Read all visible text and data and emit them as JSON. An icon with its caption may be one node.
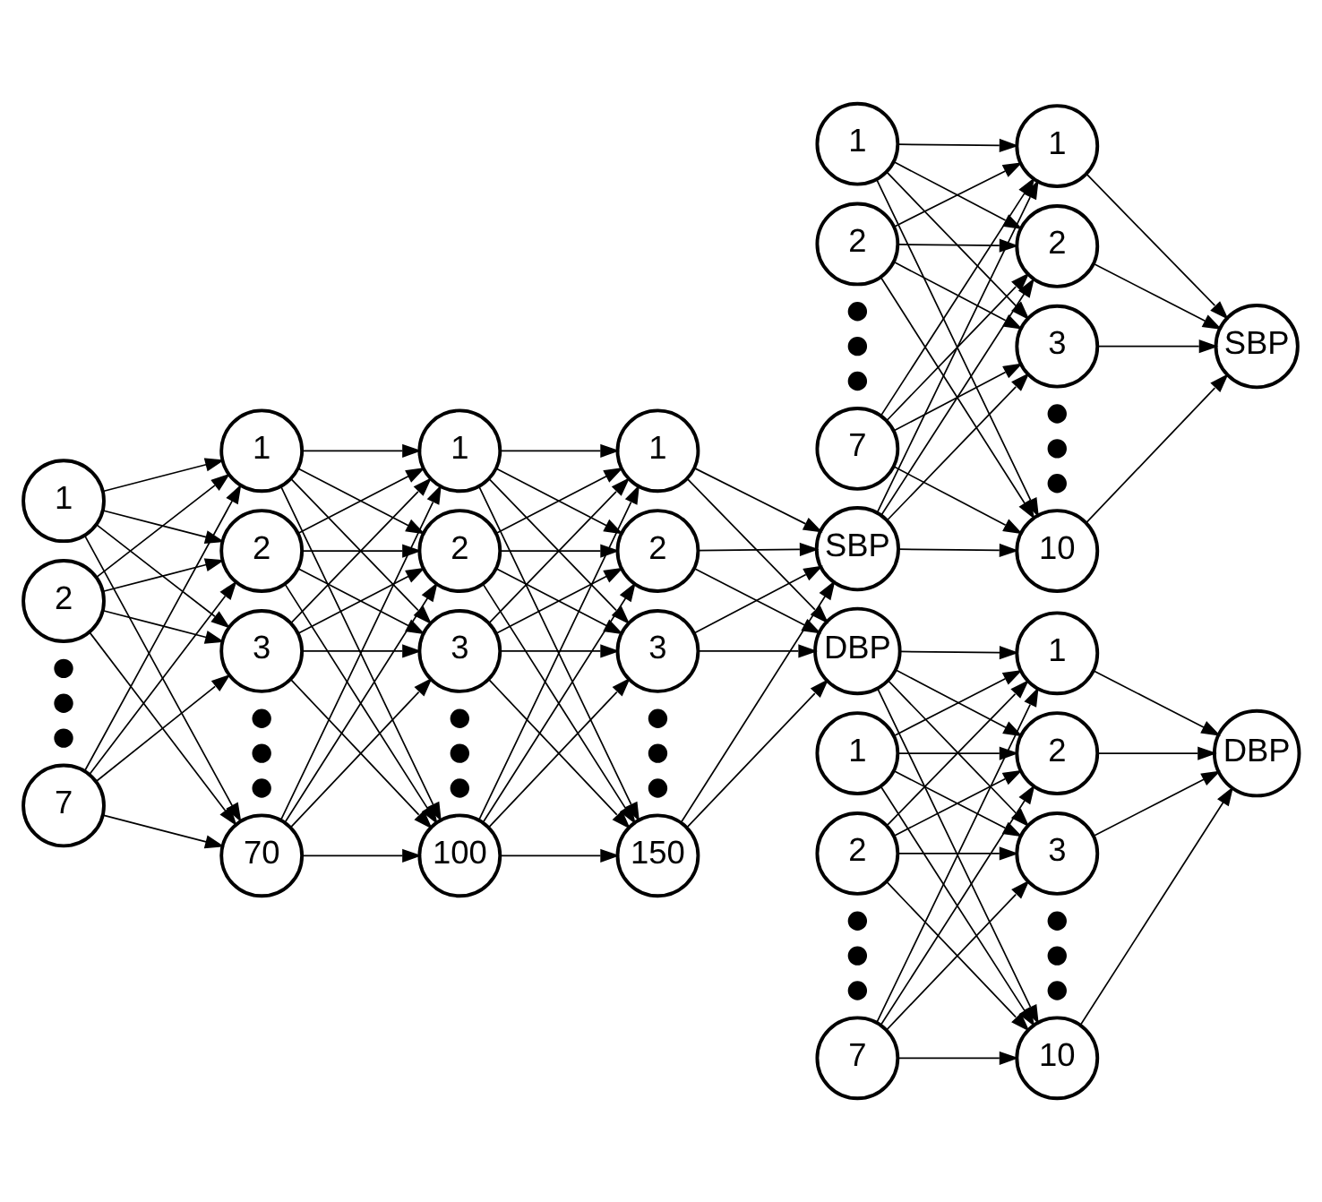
{
  "diagram": {
    "nodes": [
      {
        "text": [
          "1"
        ]
      },
      {
        "text": [
          "2"
        ]
      },
      {
        "text": [
          "7"
        ]
      },
      {
        "text": [
          "1"
        ]
      },
      {
        "text": [
          "2"
        ]
      },
      {
        "text": [
          "3"
        ]
      },
      {
        "text": [
          "70"
        ]
      },
      {
        "text": [
          "1"
        ]
      },
      {
        "text": [
          "2"
        ]
      },
      {
        "text": [
          "3"
        ]
      },
      {
        "text": [
          "100"
        ]
      },
      {
        "text": [
          "1"
        ]
      },
      {
        "text": [
          "2"
        ]
      },
      {
        "text": [
          "3"
        ]
      },
      {
        "text": [
          "150"
        ]
      },
      {
        "text": [
          "1"
        ]
      },
      {
        "text": [
          "2"
        ]
      },
      {
        "text": [
          "7"
        ]
      },
      {
        "text": [
          "SBP"
        ]
      },
      {
        "text": [
          "DBP"
        ]
      },
      {
        "text": [
          "1"
        ]
      },
      {
        "text": [
          "2"
        ]
      },
      {
        "text": [
          "7"
        ]
      },
      {
        "text": [
          "1"
        ]
      },
      {
        "text": [
          "2"
        ]
      },
      {
        "text": [
          "3"
        ]
      },
      {
        "text": [
          "10"
        ]
      },
      {
        "text": [
          "1"
        ]
      },
      {
        "text": [
          "2"
        ]
      },
      {
        "text": [
          "3"
        ]
      },
      {
        "text": [
          "10"
        ]
      },
      {
        "text": [
          "SBP"
        ]
      },
      {
        "text": [
          "DBP"
        ]
      }
    ],
    "edges": [
      {
        "from": 0,
        "to": 3,
        "arrow": "to"
      },
      {
        "from": 0,
        "to": 4,
        "arrow": "to"
      },
      {
        "from": 0,
        "to": 5,
        "arrow": "to"
      },
      {
        "from": 0,
        "to": 6,
        "arrow": "to"
      },
      {
        "from": 1,
        "to": 3,
        "arrow": "to"
      },
      {
        "from": 1,
        "to": 4,
        "arrow": "to"
      },
      {
        "from": 1,
        "to": 5,
        "arrow": "to"
      },
      {
        "from": 1,
        "to": 6,
        "arrow": "to"
      },
      {
        "from": 2,
        "to": 3,
        "arrow": "to"
      },
      {
        "from": 2,
        "to": 4,
        "arrow": "to"
      },
      {
        "from": 2,
        "to": 5,
        "arrow": "to"
      },
      {
        "from": 2,
        "to": 6,
        "arrow": "to"
      },
      {
        "from": 3,
        "to": 7,
        "arrow": "to"
      },
      {
        "from": 3,
        "to": 8,
        "arrow": "to"
      },
      {
        "from": 3,
        "to": 9,
        "arrow": "to"
      },
      {
        "from": 3,
        "to": 10,
        "arrow": "to"
      },
      {
        "from": 4,
        "to": 7,
        "arrow": "to"
      },
      {
        "from": 4,
        "to": 8,
        "arrow": "to"
      },
      {
        "from": 4,
        "to": 9,
        "arrow": "to"
      },
      {
        "from": 4,
        "to": 10,
        "arrow": "to"
      },
      {
        "from": 5,
        "to": 7,
        "arrow": "to"
      },
      {
        "from": 5,
        "to": 8,
        "arrow": "to"
      },
      {
        "from": 5,
        "to": 9,
        "arrow": "to"
      },
      {
        "from": 5,
        "to": 10,
        "arrow": "to"
      },
      {
        "from": 6,
        "to": 7,
        "arrow": "to"
      },
      {
        "from": 6,
        "to": 8,
        "arrow": "to"
      },
      {
        "from": 6,
        "to": 9,
        "arrow": "to"
      },
      {
        "from": 6,
        "to": 10,
        "arrow": "to"
      },
      {
        "from": 7,
        "to": 11,
        "arrow": "to"
      },
      {
        "from": 7,
        "to": 12,
        "arrow": "to"
      },
      {
        "from": 7,
        "to": 13,
        "arrow": "to"
      },
      {
        "from": 7,
        "to": 14,
        "arrow": "to"
      },
      {
        "from": 8,
        "to": 11,
        "arrow": "to"
      },
      {
        "from": 8,
        "to": 12,
        "arrow": "to"
      },
      {
        "from": 8,
        "to": 13,
        "arrow": "to"
      },
      {
        "from": 8,
        "to": 14,
        "arrow": "to"
      },
      {
        "from": 9,
        "to": 11,
        "arrow": "to"
      },
      {
        "from": 9,
        "to": 12,
        "arrow": "to"
      },
      {
        "from": 9,
        "to": 13,
        "arrow": "to"
      },
      {
        "from": 9,
        "to": 14,
        "arrow": "to"
      },
      {
        "from": 10,
        "to": 11,
        "arrow": "to"
      },
      {
        "from": 10,
        "to": 12,
        "arrow": "to"
      },
      {
        "from": 10,
        "to": 13,
        "arrow": "to"
      },
      {
        "from": 10,
        "to": 14,
        "arrow": "to"
      },
      {
        "from": 11,
        "to": 18,
        "arrow": "to"
      },
      {
        "from": 11,
        "to": 19,
        "arrow": "to"
      },
      {
        "from": 12,
        "to": 18,
        "arrow": "to"
      },
      {
        "from": 12,
        "to": 19,
        "arrow": "to"
      },
      {
        "from": 13,
        "to": 18,
        "arrow": "to"
      },
      {
        "from": 13,
        "to": 19,
        "arrow": "to"
      },
      {
        "from": 14,
        "to": 18,
        "arrow": "to"
      },
      {
        "from": 14,
        "to": 19,
        "arrow": "to"
      },
      {
        "from": 15,
        "to": 23,
        "arrow": "to"
      },
      {
        "from": 15,
        "to": 24,
        "arrow": "to"
      },
      {
        "from": 15,
        "to": 25,
        "arrow": "to"
      },
      {
        "from": 15,
        "to": 26,
        "arrow": "to"
      },
      {
        "from": 16,
        "to": 23,
        "arrow": "to"
      },
      {
        "from": 16,
        "to": 24,
        "arrow": "to"
      },
      {
        "from": 16,
        "to": 25,
        "arrow": "to"
      },
      {
        "from": 16,
        "to": 26,
        "arrow": "to"
      },
      {
        "from": 17,
        "to": 23,
        "arrow": "to"
      },
      {
        "from": 17,
        "to": 24,
        "arrow": "to"
      },
      {
        "from": 17,
        "to": 25,
        "arrow": "to"
      },
      {
        "from": 17,
        "to": 26,
        "arrow": "to"
      },
      {
        "from": 18,
        "to": 23,
        "arrow": "to"
      },
      {
        "from": 18,
        "to": 24,
        "arrow": "to"
      },
      {
        "from": 18,
        "to": 25,
        "arrow": "to"
      },
      {
        "from": 18,
        "to": 26,
        "arrow": "to"
      },
      {
        "from": 19,
        "to": 27,
        "arrow": "to"
      },
      {
        "from": 19,
        "to": 28,
        "arrow": "to"
      },
      {
        "from": 19,
        "to": 29,
        "arrow": "to"
      },
      {
        "from": 19,
        "to": 30,
        "arrow": "to"
      },
      {
        "from": 20,
        "to": 27,
        "arrow": "to"
      },
      {
        "from": 20,
        "to": 28,
        "arrow": "to"
      },
      {
        "from": 20,
        "to": 29,
        "arrow": "to"
      },
      {
        "from": 20,
        "to": 30,
        "arrow": "to"
      },
      {
        "from": 21,
        "to": 27,
        "arrow": "to"
      },
      {
        "from": 21,
        "to": 28,
        "arrow": "to"
      },
      {
        "from": 21,
        "to": 29,
        "arrow": "to"
      },
      {
        "from": 21,
        "to": 30,
        "arrow": "to"
      },
      {
        "from": 22,
        "to": 27,
        "arrow": "to"
      },
      {
        "from": 22,
        "to": 28,
        "arrow": "to"
      },
      {
        "from": 22,
        "to": 29,
        "arrow": "to"
      },
      {
        "from": 22,
        "to": 30,
        "arrow": "to"
      },
      {
        "from": 23,
        "to": 31,
        "arrow": "to"
      },
      {
        "from": 24,
        "to": 31,
        "arrow": "to"
      },
      {
        "from": 25,
        "to": 31,
        "arrow": "to"
      },
      {
        "from": 26,
        "to": 31,
        "arrow": "to"
      },
      {
        "from": 27,
        "to": 32,
        "arrow": "to"
      },
      {
        "from": 28,
        "to": 32,
        "arrow": "to"
      },
      {
        "from": 29,
        "to": 32,
        "arrow": "to"
      },
      {
        "from": 30,
        "to": 32,
        "arrow": "to"
      }
    ]
  }
}
